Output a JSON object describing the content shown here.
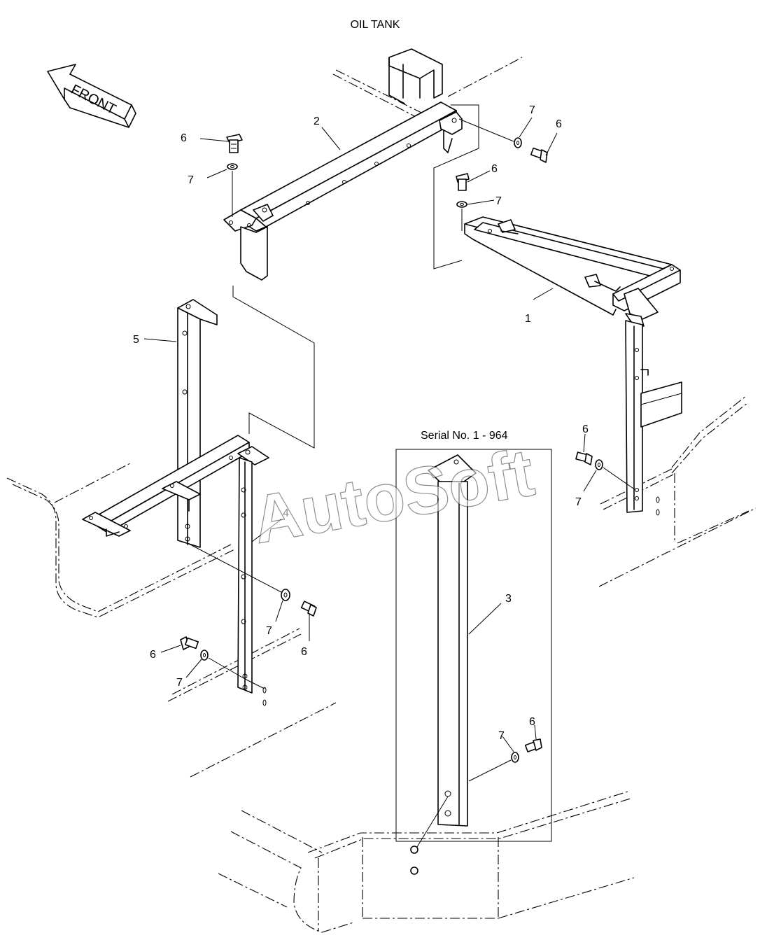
{
  "title": "OIL TANK",
  "front_label": "FRONT",
  "serial_note": "Serial No. 1 - 964",
  "watermark": "AutoSoft",
  "callouts": {
    "part_1": "1",
    "part_2": "2",
    "part_3": "3",
    "part_4": "4",
    "part_5": "5",
    "bolt_6": "6",
    "washer_7": "7"
  }
}
